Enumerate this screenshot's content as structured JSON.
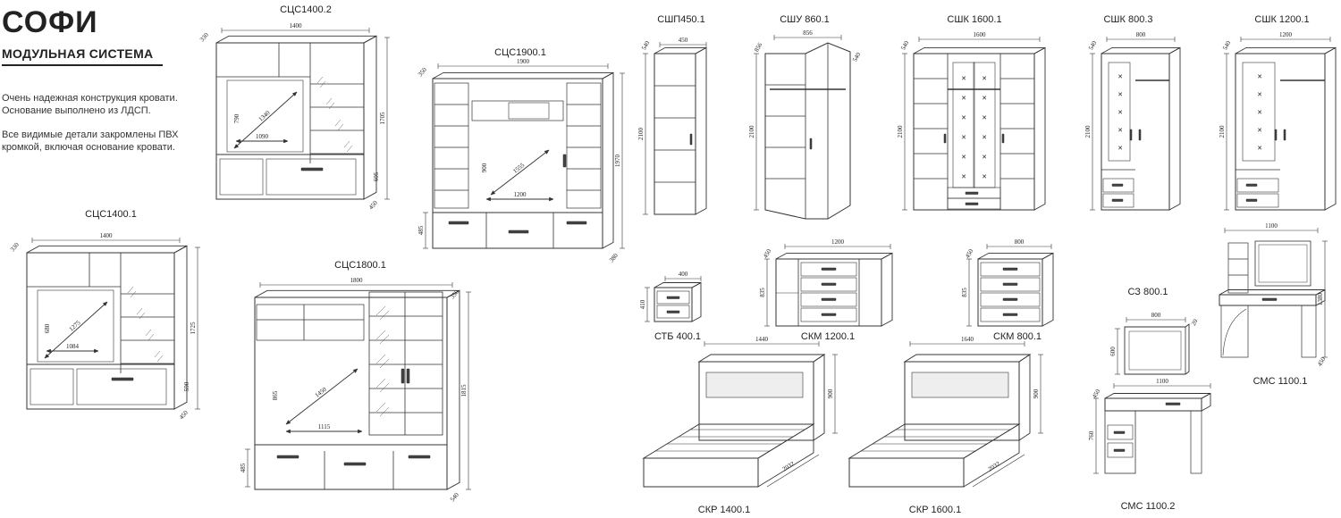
{
  "header": {
    "title": "СОФИ",
    "subtitle": "МОДУЛЬНАЯ СИСТЕМА",
    "desc1": "Очень надежная конструкция кровати. Основание выполнено из ЛДСП.",
    "desc2": "Все видимые детали закромлены ПВХ кромкой, включая основание кровати."
  },
  "items": [
    {
      "kind": "wall",
      "label": "СЦС1400.2",
      "dims": [
        "1400",
        "330",
        "1705",
        "790",
        "1340",
        "1090",
        "605",
        "450"
      ]
    },
    {
      "kind": "wall2",
      "label": "СЦС1900.1",
      "dims": [
        "1900",
        "350",
        "1970",
        "900",
        "1555",
        "1200",
        "485",
        "380"
      ]
    },
    {
      "kind": "wall",
      "label": "СЦС1400.1",
      "dims": [
        "1400",
        "330",
        "1725",
        "680",
        "1275",
        "1084",
        "590",
        "450"
      ]
    },
    {
      "kind": "wall3",
      "label": "СЦС1800.1",
      "dims": [
        "1800",
        "350",
        "1815",
        "865",
        "1450",
        "1115",
        "485",
        "540"
      ]
    },
    {
      "kind": "tall",
      "label": "СШП450.1",
      "dims": [
        "450",
        "540",
        "2100"
      ]
    },
    {
      "kind": "corner",
      "label": "СШУ 860.1",
      "dims": [
        "856",
        "856",
        "540",
        "540",
        "2100"
      ]
    },
    {
      "kind": "wardrobe",
      "label": "СШК 1600.1",
      "dims": [
        "1600",
        "540",
        "2100"
      ]
    },
    {
      "kind": "wardrobe2",
      "label": "СШК 800.3",
      "dims": [
        "800",
        "540",
        "2100"
      ]
    },
    {
      "kind": "wardrobe2",
      "label": "СШК 1200.1",
      "dims": [
        "1200",
        "540",
        "2100"
      ]
    },
    {
      "kind": "night",
      "label": "СТБ 400.1",
      "dims": [
        "400",
        "410"
      ]
    },
    {
      "kind": "chest",
      "label": "СКМ 1200.1",
      "dims": [
        "1200",
        "450",
        "835"
      ]
    },
    {
      "kind": "chest2",
      "label": "СКМ 800.1",
      "dims": [
        "800",
        "450",
        "835"
      ]
    },
    {
      "kind": "vanity",
      "label": "СМС 1100.1",
      "dims": [
        "1100",
        "1380",
        "450"
      ]
    },
    {
      "kind": "mirror",
      "label": "СЗ 800.1",
      "dims": [
        "800",
        "20",
        "600"
      ]
    },
    {
      "kind": "bed",
      "label": "СКР 1400.1",
      "dims": [
        "1440",
        "900",
        "2032"
      ]
    },
    {
      "kind": "bed",
      "label": "СКР 1600.1",
      "dims": [
        "1640",
        "900",
        "2032"
      ]
    },
    {
      "kind": "desk",
      "label": "СМС 1100.2",
      "dims": [
        "1100",
        "450",
        "760"
      ]
    }
  ]
}
